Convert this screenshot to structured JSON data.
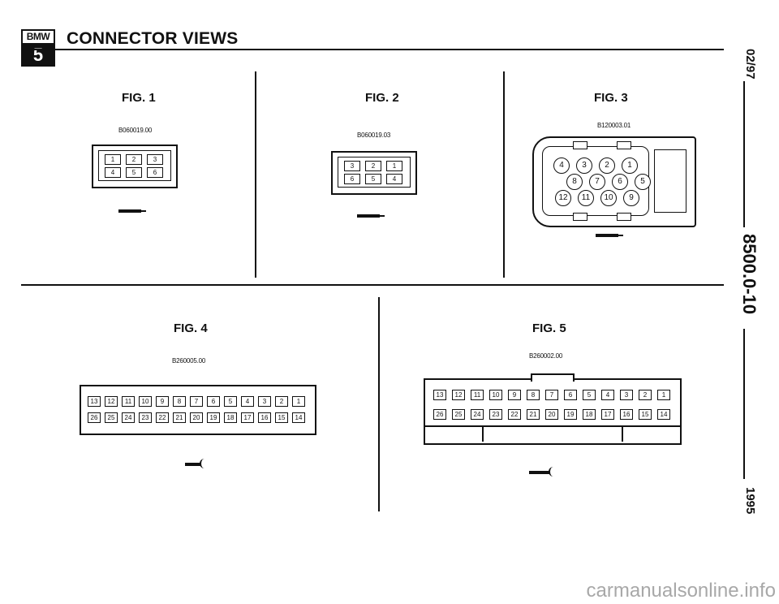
{
  "header": {
    "logo_top": "BMW",
    "logo_bottom": "5",
    "title": "CONNECTOR VIEWS"
  },
  "side": {
    "date": "02/97",
    "page": "8500.0-10",
    "year": "1995"
  },
  "fig1": {
    "label": "FIG. 1",
    "code": "B060019.00",
    "row1": [
      "1",
      "2",
      "3"
    ],
    "row2": [
      "4",
      "5",
      "6"
    ]
  },
  "fig2": {
    "label": "FIG. 2",
    "code": "B060019.03",
    "row1": [
      "3",
      "2",
      "1"
    ],
    "row2": [
      "6",
      "5",
      "4"
    ]
  },
  "fig3": {
    "label": "FIG. 3",
    "code": "B120003.01",
    "row1": [
      "4",
      "3",
      "2",
      "1"
    ],
    "row2": [
      "8",
      "7",
      "6",
      "5"
    ],
    "row3": [
      "12",
      "11",
      "10",
      "9"
    ]
  },
  "fig4": {
    "label": "FIG. 4",
    "code": "B260005.00",
    "row1": [
      "13",
      "12",
      "11",
      "10",
      "9",
      "8",
      "7",
      "6",
      "5",
      "4",
      "3",
      "2",
      "1"
    ],
    "row2": [
      "26",
      "25",
      "24",
      "23",
      "22",
      "21",
      "20",
      "19",
      "18",
      "17",
      "16",
      "15",
      "14"
    ]
  },
  "fig5": {
    "label": "FIG. 5",
    "code": "B260002.00",
    "row1": [
      "13",
      "12",
      "11",
      "10",
      "9",
      "8",
      "7",
      "6",
      "5",
      "4",
      "3",
      "2",
      "1"
    ],
    "row2": [
      "26",
      "25",
      "24",
      "23",
      "22",
      "21",
      "20",
      "19",
      "18",
      "17",
      "16",
      "15",
      "14"
    ]
  },
  "watermark": "carmanualsonline.info"
}
